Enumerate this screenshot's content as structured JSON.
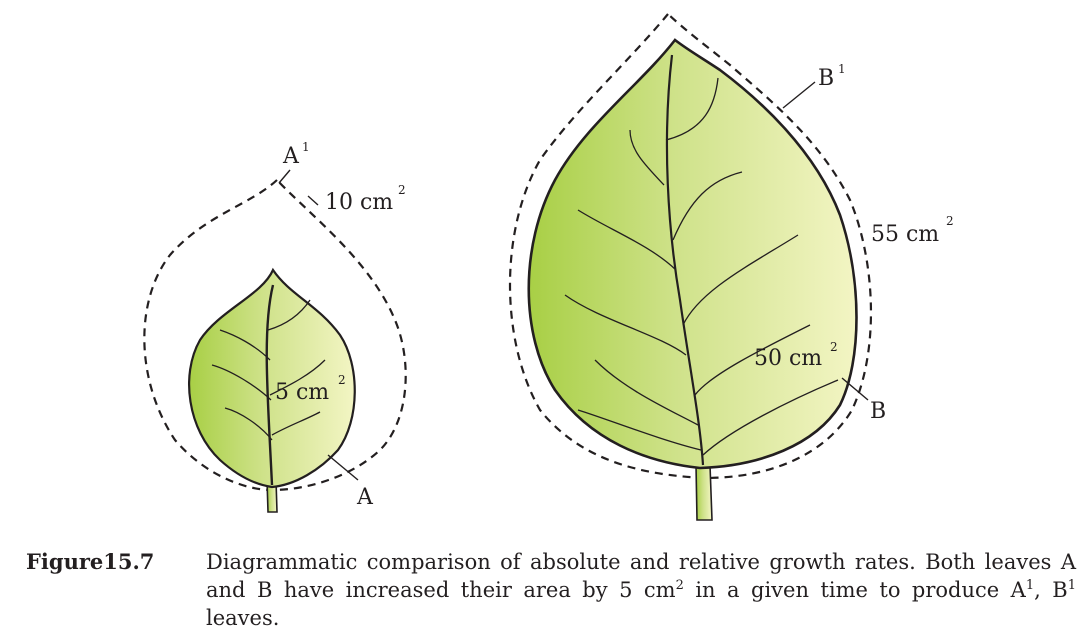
{
  "figure": {
    "leaf_a": {
      "label": "A",
      "area_label": "5 cm",
      "area_exponent": "2",
      "grown_label": "A",
      "grown_label_sup": "1",
      "grown_area_label": "10 cm",
      "grown_area_exponent": "2"
    },
    "leaf_b": {
      "label": "B",
      "area_label": "50 cm",
      "area_exponent": "2",
      "grown_label": "B",
      "grown_label_sup": "1",
      "grown_area_label": "55 cm",
      "grown_area_exponent": "2"
    },
    "colors": {
      "leaf_dark": "#a8cf45",
      "leaf_light": "#f3f5c4",
      "outline": "#231f20"
    }
  },
  "caption": {
    "label": "Figure15.7",
    "text_1": "Diagrammatic comparison of absolute and relative growth rates. Both leaves A and B have increased their area by 5 cm",
    "sup_1": "2",
    "text_2": " in a given time to produce A",
    "sup_2": "1",
    "text_3": ", B",
    "sup_3": "1",
    "text_4": " leaves."
  }
}
